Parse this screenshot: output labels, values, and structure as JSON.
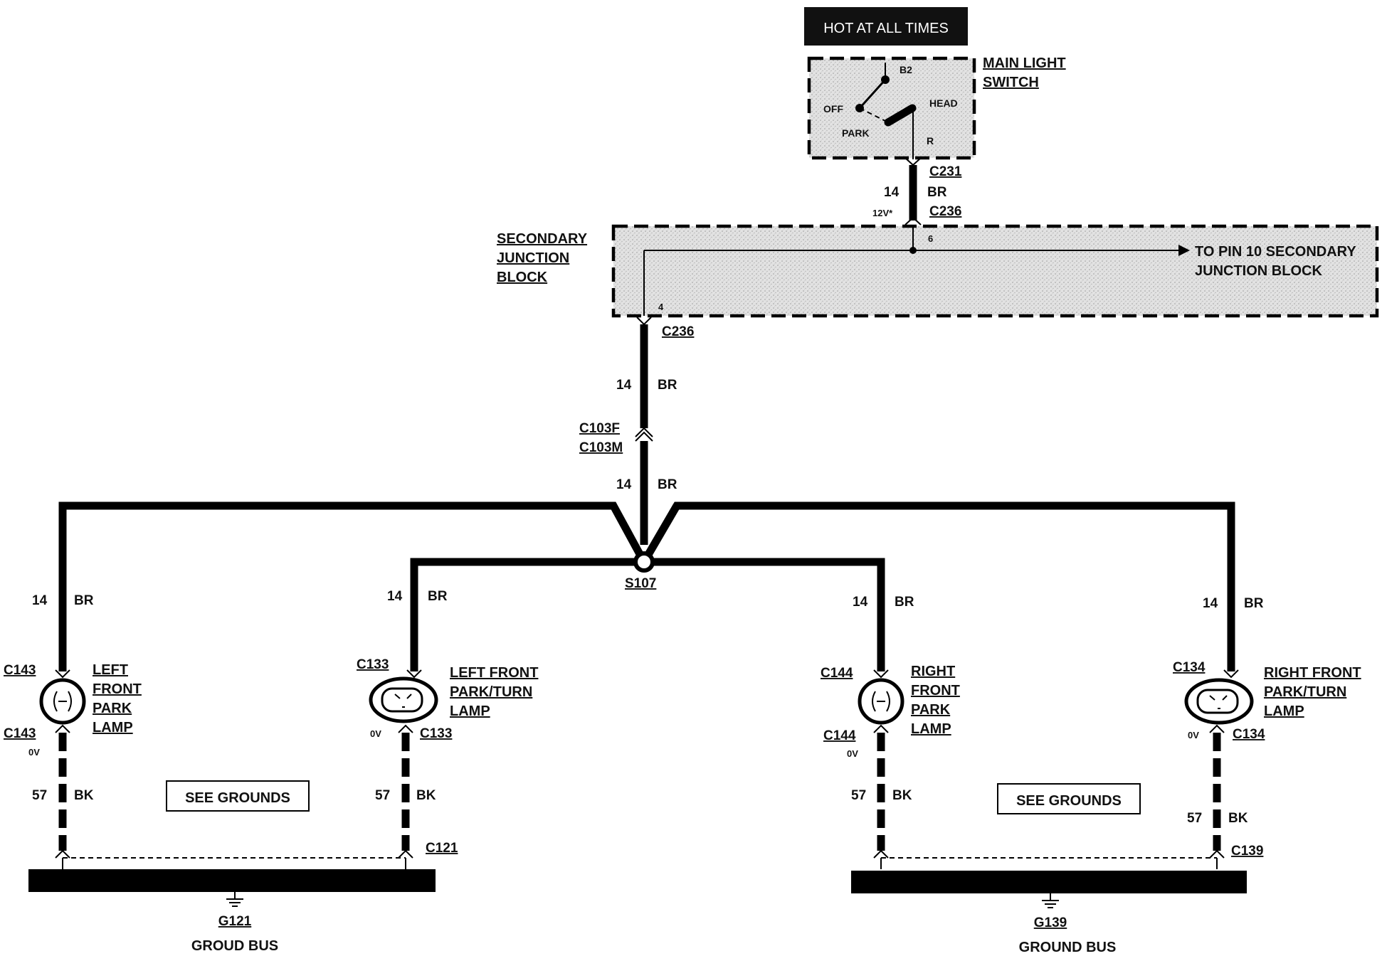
{
  "power_source": {
    "label": "HOT AT ALL TIMES"
  },
  "main_switch": {
    "title_line1": "MAIN LIGHT",
    "title_line2": "SWITCH",
    "pos_b2": "B2",
    "pos_off": "OFF",
    "pos_head": "HEAD",
    "pos_park": "PARK",
    "pos_r": "R"
  },
  "connectors": {
    "c231": "C231",
    "c236_top": "C236",
    "c236_bottom": "C236",
    "c103f": "C103F",
    "c103m": "C103M",
    "s107": "S107",
    "c143_top": "C143",
    "c143_bottom": "C143",
    "c133_top": "C133",
    "c133_bottom": "C133",
    "c144_top": "C144",
    "c144_bottom": "C144",
    "c134_top": "C134",
    "c134_bottom": "C134",
    "c121": "C121",
    "c139": "C139"
  },
  "voltage": {
    "v12": "12V*",
    "v0_c143": "0V",
    "v0_c133": "0V",
    "v0_c144": "0V",
    "v0_c134": "0V"
  },
  "junction_block": {
    "title_line1": "SECONDARY",
    "title_line2": "JUNCTION",
    "title_line3": "BLOCK",
    "pin_in": "6",
    "pin_out": "4",
    "to_line1": "TO PIN 10 SECONDARY",
    "to_line2": "JUNCTION BLOCK"
  },
  "wires": {
    "w_top": {
      "gauge": "14",
      "color": "BR"
    },
    "w_mid": {
      "gauge": "14",
      "color": "BR"
    },
    "w_low": {
      "gauge": "14",
      "color": "BR"
    },
    "w_b1": {
      "gauge": "14",
      "color": "BR"
    },
    "w_b2": {
      "gauge": "14",
      "color": "BR"
    },
    "w_b3": {
      "gauge": "14",
      "color": "BR"
    },
    "w_b4": {
      "gauge": "14",
      "color": "BR"
    },
    "g1": {
      "gauge": "57",
      "color": "BK"
    },
    "g2": {
      "gauge": "57",
      "color": "BK"
    },
    "g3": {
      "gauge": "57",
      "color": "BK"
    },
    "g4": {
      "gauge": "57",
      "color": "BK"
    }
  },
  "lamps": {
    "lf_park": [
      "LEFT",
      "FRONT",
      "PARK",
      "LAMP"
    ],
    "lf_turn": [
      "LEFT FRONT",
      "PARK/TURN",
      "LAMP"
    ],
    "rf_park": [
      "RIGHT",
      "FRONT",
      "PARK",
      "LAMP"
    ],
    "rf_turn": [
      "RIGHT FRONT",
      "PARK/TURN",
      "LAMP"
    ]
  },
  "see_grounds": {
    "left": "SEE GROUNDS",
    "right": "SEE GROUNDS"
  },
  "grounds": {
    "g121": "G121",
    "g121_bus": "GROUD BUS",
    "g139": "G139",
    "g139_bus": "GROUND BUS"
  }
}
